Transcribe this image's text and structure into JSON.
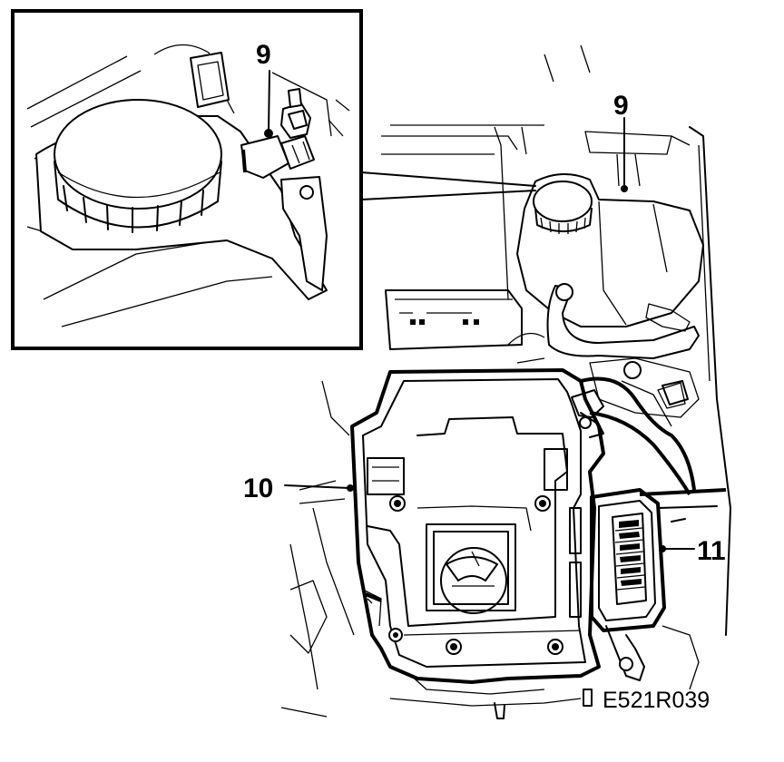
{
  "figure": {
    "reference_code": "E521R039",
    "callouts": {
      "inset_nine": "9",
      "main_nine": "9",
      "ten": "10",
      "eleven": "11"
    }
  }
}
